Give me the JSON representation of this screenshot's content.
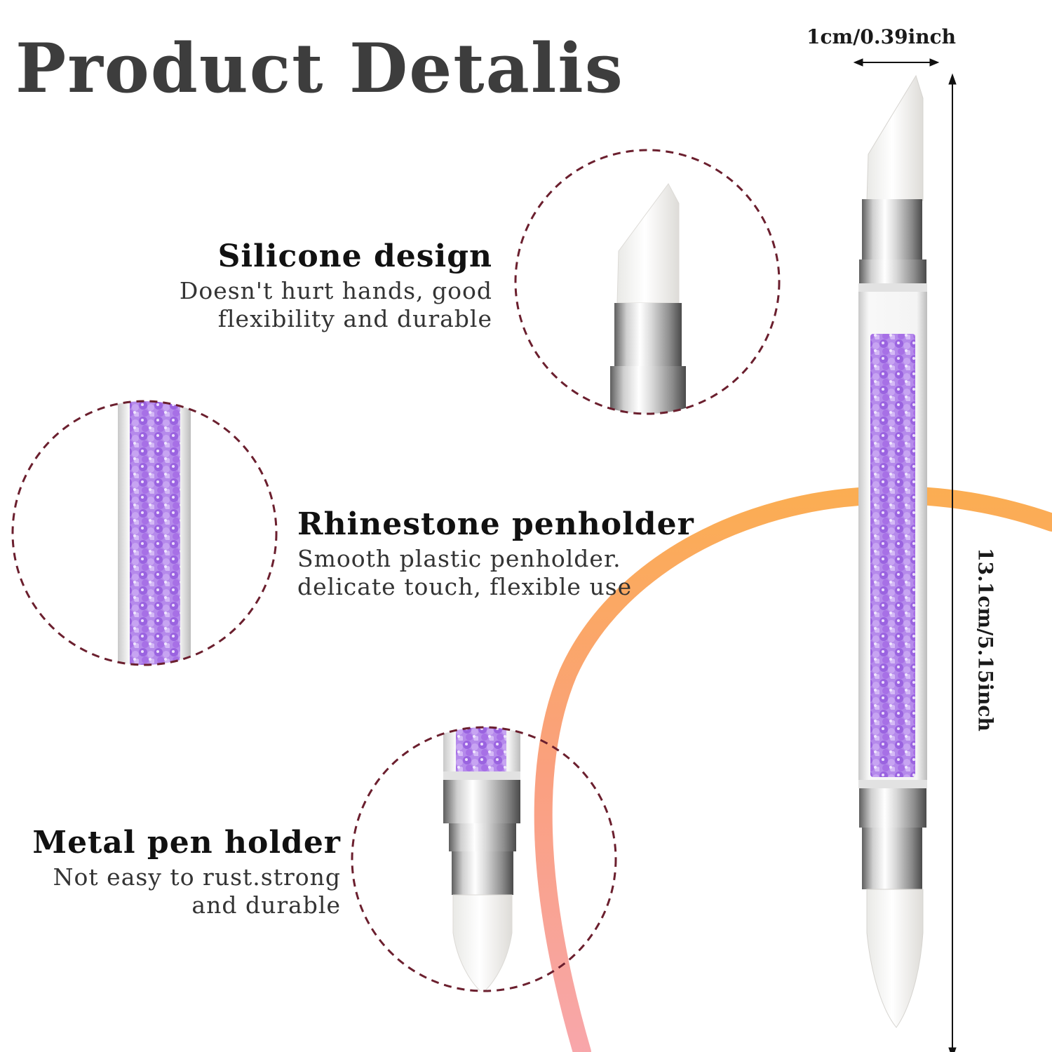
{
  "page": {
    "title": "Product Detalis"
  },
  "dimensions": {
    "width_label": "1cm/0.39inch",
    "height_label": "13.1cm/5.15inch"
  },
  "features": [
    {
      "title": "Silicone design",
      "description_lines": [
        "Doesn't hurt hands, good",
        "flexibility and durable"
      ]
    },
    {
      "title": "Rhinestone penholder",
      "description_lines": [
        "Smooth plastic penholder.",
        "delicate touch, flexible use"
      ]
    },
    {
      "title": "Metal pen holder",
      "description_lines": [
        "Not easy to rust.strong",
        "and durable"
      ]
    }
  ],
  "colors": {
    "title": "#3d3d3d",
    "rhinestone": "#a878e6",
    "rhinestone_dark": "#8a55d6",
    "silicone": "#f7f7f5",
    "metal_light": "#f2f2f2",
    "metal_dark": "#6f6f6f",
    "dashed_circle": "#6b1f2e",
    "arc_start": "#fba94a",
    "arc_end": "#f7a2a6"
  }
}
